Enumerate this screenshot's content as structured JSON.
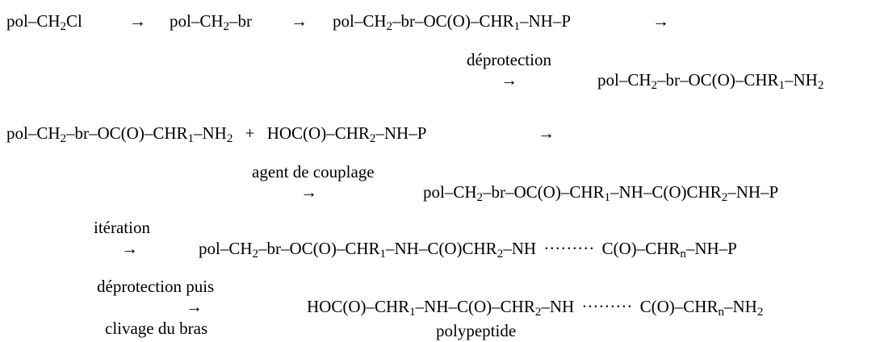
{
  "arrow": "→",
  "dots": "·········",
  "line1": {
    "a": "pol–CH",
    "a_sub": "2",
    "a2": "Cl",
    "b": "pol–CH",
    "b_sub": "2",
    "b2": "–br",
    "c": "pol–CH",
    "c_sub": "2",
    "c2": "–br–OC(O)–CHR",
    "c_sub2": "1",
    "c3": "–NH–P"
  },
  "step1": {
    "label": "déprotection",
    "product": "pol–CH",
    "p_sub": "2",
    "p2": "–br–OC(O)–CHR",
    "p_sub2": "1",
    "p3": "–NH",
    "p_sub3": "2"
  },
  "line2": {
    "a": "pol–CH",
    "a_sub": "2",
    "a2": "–br–OC(O)–CHR",
    "a_sub2": "1",
    "a3": "–NH",
    "a_sub3": "2",
    "plus": "+",
    "b": "HOC(O)–CHR",
    "b_sub": "2",
    "b2": "–NH–P"
  },
  "step2": {
    "label": "agent de couplage",
    "product": "pol–CH",
    "p_sub": "2",
    "p2": "–br–OC(O)–CHR",
    "p_sub2": "1",
    "p3": "–NH–C(O)CHR",
    "p_sub3": "2",
    "p4": "–NH–P"
  },
  "step3": {
    "label": "itération",
    "product": "pol–CH",
    "p_sub": "2",
    "p2": "–br–OC(O)–CHR",
    "p_sub2": "1",
    "p3": "–NH–C(O)CHR",
    "p_sub3": "2",
    "p4": "–NH",
    "p5": "C(O)–CHR",
    "p_sub5": "n",
    "p6": "–NH–P"
  },
  "step4": {
    "label_top": "déprotection puis",
    "label_bottom": "clivage du bras",
    "product": "HOC(O)–CHR",
    "p_sub": "1",
    "p2": "–NH–C(O)–CHR",
    "p_sub2": "2",
    "p3": "–NH",
    "p5": "C(O)–CHR",
    "p_sub5": "n",
    "p6": "–NH",
    "p_sub6": "2",
    "caption": "polypeptide"
  }
}
